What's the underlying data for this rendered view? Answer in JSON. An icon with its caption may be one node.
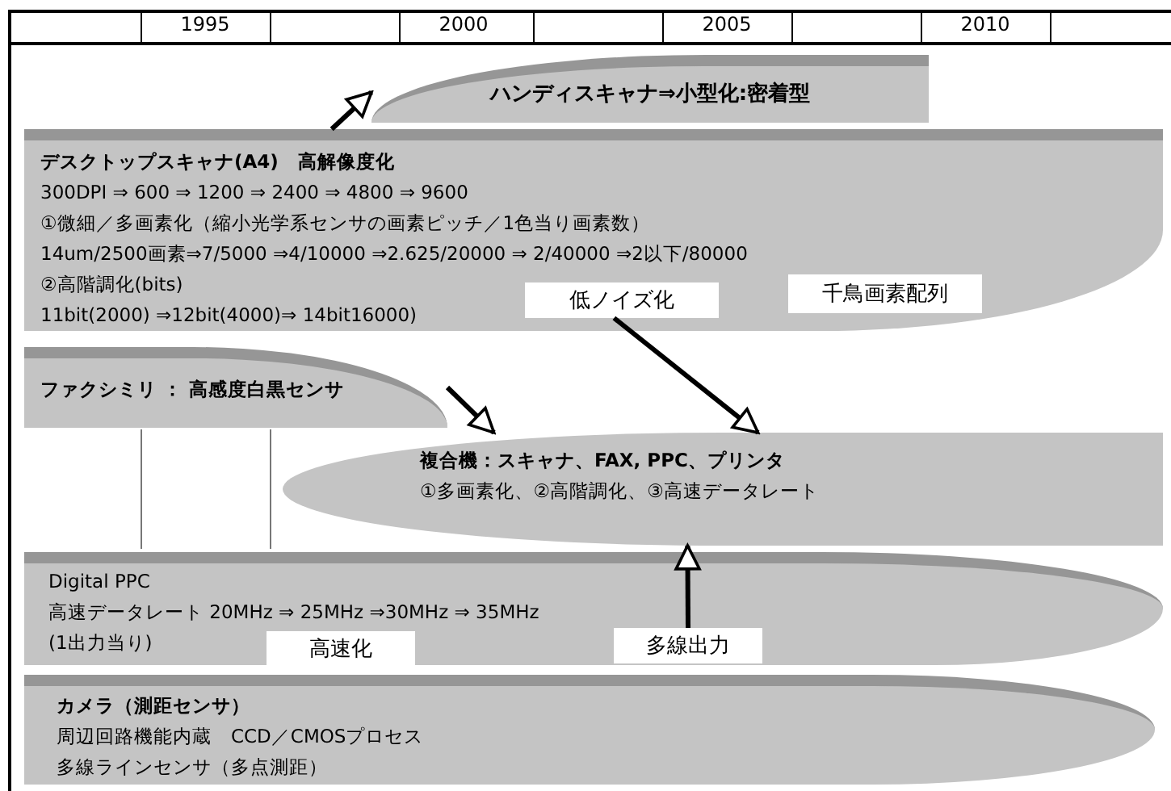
{
  "diagram": {
    "nodes": [
      {
        "text": [
          "デスクトップスキャナ(A4)　高解像度化",
          "300DPI ⇒ 600 ⇒ 1200 ⇒ 2400 ⇒ 4800 ⇒ 9600",
          "①微細／多画素化（縮小光学系センサの画素ピッチ／1色当り画素数）",
          "14um/2500画素⇒7/5000 ⇒4/10000 ⇒2.625/20000 ⇒ 2/40000 ⇒2以下/80000",
          "②高階調化(bits)",
          "11bit(2000) ⇒12bit(4000)⇒ 14bit16000)"
        ]
      },
      {
        "text": [
          "ハンディスキャナ⇒小型化:密着型"
        ]
      },
      {
        "text": [
          "低ノイズ化"
        ],
        "in": 0
      },
      {
        "text": [
          "千鳥画素配列"
        ],
        "in": 0
      },
      {
        "text": [
          "ファクシミリ ： 高感度白黒センサ"
        ]
      },
      {
        "text": [
          "複合機：スキャナ、FAX, PPC、プリンタ",
          "①多画素化、②高階調化、③高速データレート"
        ]
      },
      {
        "text": [
          "Digital PPC",
          "高速データレート 20MHz ⇒ 25MHz ⇒30MHz ⇒ 35MHz",
          "(1出力当り)"
        ]
      },
      {
        "text": [
          "高速化"
        ],
        "in": 6
      },
      {
        "text": [
          "多線出力"
        ],
        "in": 6
      },
      {
        "text": [
          "カメラ（測距センサ）",
          "周辺回路機能内蔵　CCD／CMOSプロセス",
          "多線ラインセンサ（多点測距）"
        ]
      }
    ],
    "edges": [
      {
        "from": 0,
        "to": 1,
        "arrow": "to"
      },
      {
        "from": 2,
        "to": 5,
        "arrow": "to"
      },
      {
        "from": 4,
        "to": 5,
        "arrow": "to"
      },
      {
        "from": 8,
        "to": 5,
        "arrow": "to"
      }
    ],
    "labels": [
      "1995",
      "2000",
      "2005",
      "2010"
    ]
  }
}
